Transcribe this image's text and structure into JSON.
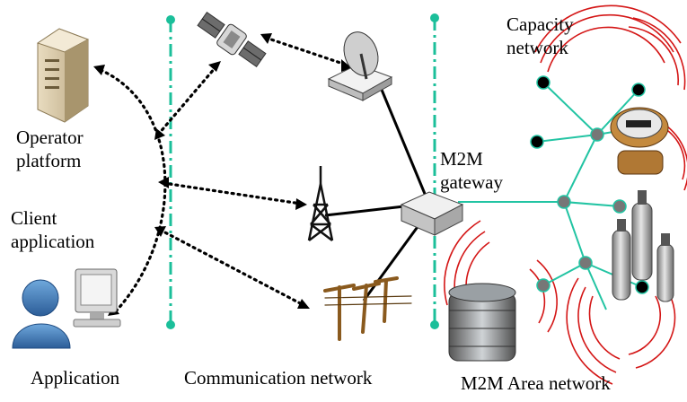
{
  "labels": {
    "operator_platform": [
      "Operator",
      "platform"
    ],
    "client_application": [
      "Client",
      "application"
    ],
    "capacity_network": [
      "Capacity",
      "network"
    ],
    "m2m_gateway": [
      "M2M",
      "gateway"
    ],
    "section_application": "Application",
    "section_communication": "Communication network",
    "section_area": "M2M Area network"
  },
  "colors": {
    "divider": "#1bbf9a",
    "mesh_line": "#22c4a3",
    "mesh_node_dark": "#000000",
    "mesh_node_gray": "#777777",
    "signal_rings": "#d41616",
    "link": "#000000"
  },
  "icons": {
    "server": "server-icon",
    "satellite": "satellite-icon",
    "dish": "satellite-dish-icon",
    "tower": "radio-tower-icon",
    "gateway": "m2m-gateway-icon",
    "power_poles": "power-line-poles-icon",
    "user": "client-user-icon",
    "meter": "water-meter-icon",
    "gas": "gas-cylinders-icon",
    "tank": "storage-tank-icon"
  }
}
